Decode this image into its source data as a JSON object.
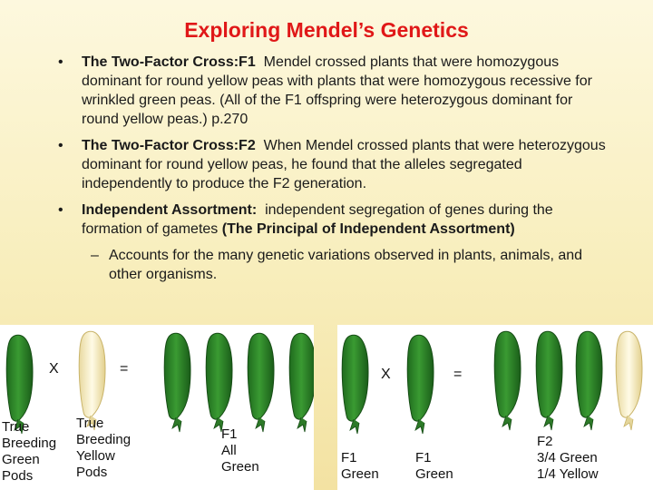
{
  "slide": {
    "title": "Exploring Mendel’s Genetics",
    "bullets": [
      {
        "heading": "The Two-Factor Cross:F1",
        "text": "Mendel crossed plants that were homozygous dominant for round yellow peas with plants that were homozygous recessive for wrinkled green peas.  (All of the F1 offspring were heterozygous dominant for round yellow peas.) p.270"
      },
      {
        "heading": "The Two-Factor Cross:F2",
        "text": "When Mendel crossed plants that were heterozygous dominant for round yellow peas, he found that the alleles segregated independently to produce the F2 generation."
      },
      {
        "heading": "Independent Assortment:",
        "text": "independent segregation of genes during the formation of gametes",
        "emphasis": "(The Principal of Independent Assortment)"
      }
    ],
    "sub_bullet": "Accounts for the many genetic variations observed in plants, animals, and other organisms."
  },
  "figure1": {
    "operator_cross": "X",
    "operator_equals": "=",
    "label_parent1": "True\nBreeding\nGreen\nPods",
    "label_parent2": "True\nBreeding\nYellow\nPods",
    "label_result": "F1\nAll\nGreen"
  },
  "figure2": {
    "operator_cross": "X",
    "operator_equals": "=",
    "label_parent1": "F1\nGreen",
    "label_parent2": "F1\nGreen",
    "label_result": "F2\n3/4 Green\n1/4 Yellow"
  },
  "colors": {
    "title": "#e01818",
    "green_pod": "#2f8a2a",
    "yellow_pod": "#fbf3c6"
  }
}
